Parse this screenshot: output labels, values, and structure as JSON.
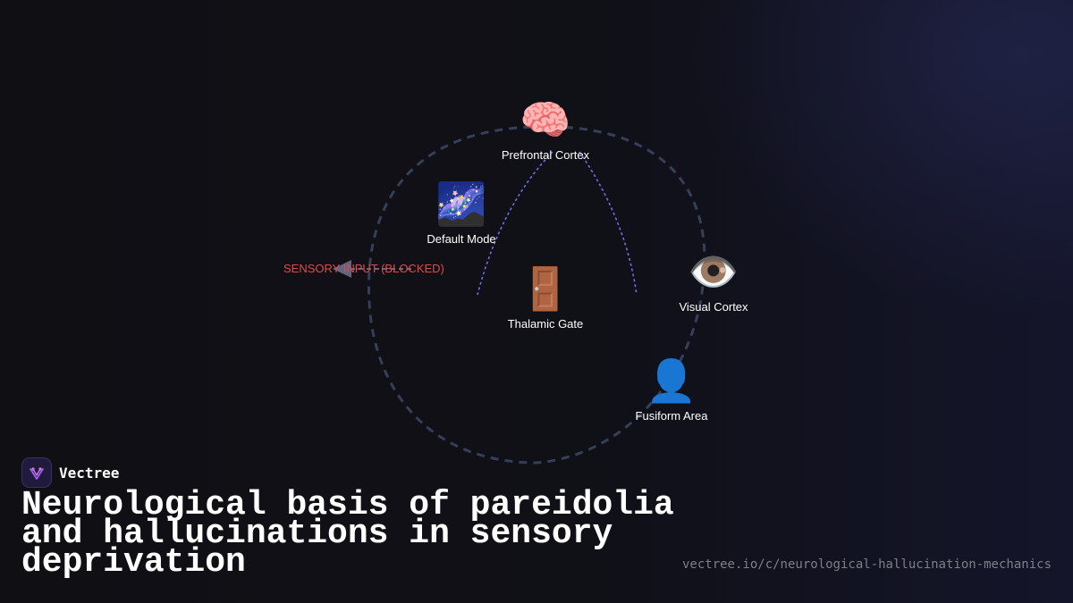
{
  "diagram": {
    "nodes": {
      "prefrontal_cortex": {
        "icon": "🧠",
        "icon_name": "brain-icon",
        "label": "Prefrontal Cortex"
      },
      "default_mode": {
        "icon": "🌌",
        "icon_name": "milky-way-icon",
        "label": "Default Mode"
      },
      "thalamic_gate": {
        "icon": "🚪",
        "icon_name": "door-icon",
        "label": "Thalamic Gate"
      },
      "visual_cortex": {
        "icon": "👁️",
        "icon_name": "eye-icon",
        "label": "Visual Cortex"
      },
      "fusiform_area": {
        "icon": "👤",
        "icon_name": "person-silhouette-icon",
        "label": "Fusiform Area"
      }
    },
    "blocked_input": {
      "label": "SENSORY INPUT (BLOCKED)",
      "color": "#e24a4a"
    },
    "colors": {
      "loop": "#34405a",
      "connections": "#6b6ee6",
      "blocked_arrow": "#5f6680"
    }
  },
  "brand": {
    "name": "Vectree"
  },
  "title": "Neurological basis of pareidolia and hallucinations in sensory deprivation",
  "url": "vectree.io/c/neurological-hallucination-mechanics"
}
